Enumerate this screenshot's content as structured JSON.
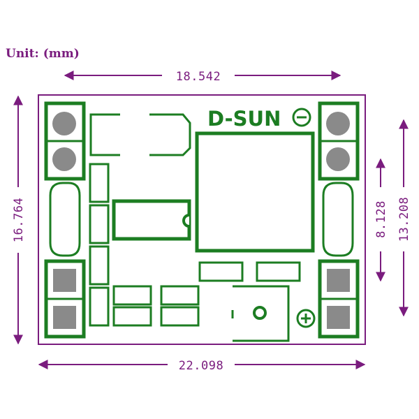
{
  "unit_label": "Unit: (mm)",
  "brand": "D-SUN",
  "dimensions": {
    "top_width": "18.542",
    "board_width": "22.098",
    "board_height": "16.764",
    "right_inner": "8.128",
    "right_outer": "13.208"
  },
  "colors": {
    "dimension": "#7a1c7e",
    "copper": "#1c7d22",
    "hole": "#8a8a8a"
  },
  "icons": {
    "minus": "minus-terminal-icon",
    "plus": "plus-terminal-icon"
  }
}
